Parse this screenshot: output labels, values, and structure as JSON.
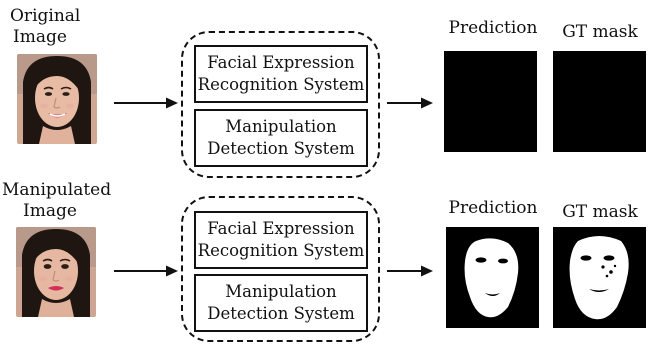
{
  "rows": [
    {
      "input_label_line1": "Original",
      "input_label_line2": "Image",
      "systems": [
        {
          "line1": "Facial Expression",
          "line2": "Recognition System"
        },
        {
          "line1": "Manipulation",
          "line2": "Detection System"
        }
      ],
      "prediction_label": "Prediction",
      "gt_label": "GT mask"
    },
    {
      "input_label_line1": "Manipulated",
      "input_label_line2": "Image",
      "systems": [
        {
          "line1": "Facial Expression",
          "line2": "Recognition System"
        },
        {
          "line1": "Manipulation",
          "line2": "Detection System"
        }
      ],
      "prediction_label": "Prediction",
      "gt_label": "GT mask"
    }
  ],
  "colors": {
    "ink": "#111111",
    "mask_background": "#000000",
    "mask_foreground": "#ffffff",
    "lip_natural": "#c85a66",
    "lip_manipulated": "#d0305a"
  }
}
